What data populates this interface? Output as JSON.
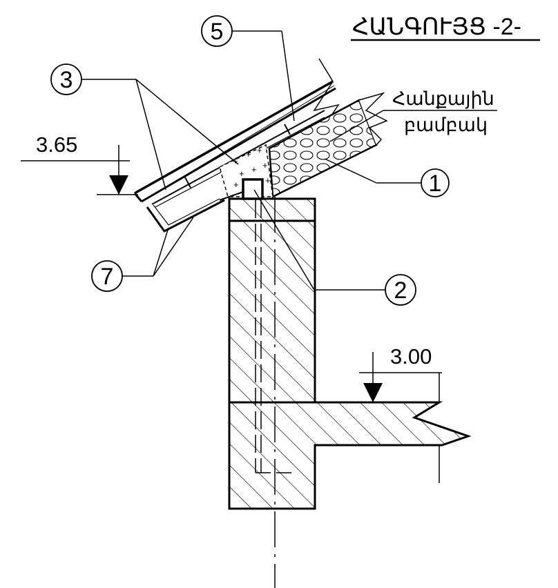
{
  "title": "ՀԱՆԳՈՒՅՑ -2-",
  "elevations": {
    "top": "3.65",
    "bottom": "3.00"
  },
  "insulation_note": {
    "line1": "Հանքային",
    "line2": "բամբակ"
  },
  "callouts": {
    "c1": "1",
    "c2": "2",
    "c3": "3",
    "c5": "5",
    "c7": "7"
  }
}
